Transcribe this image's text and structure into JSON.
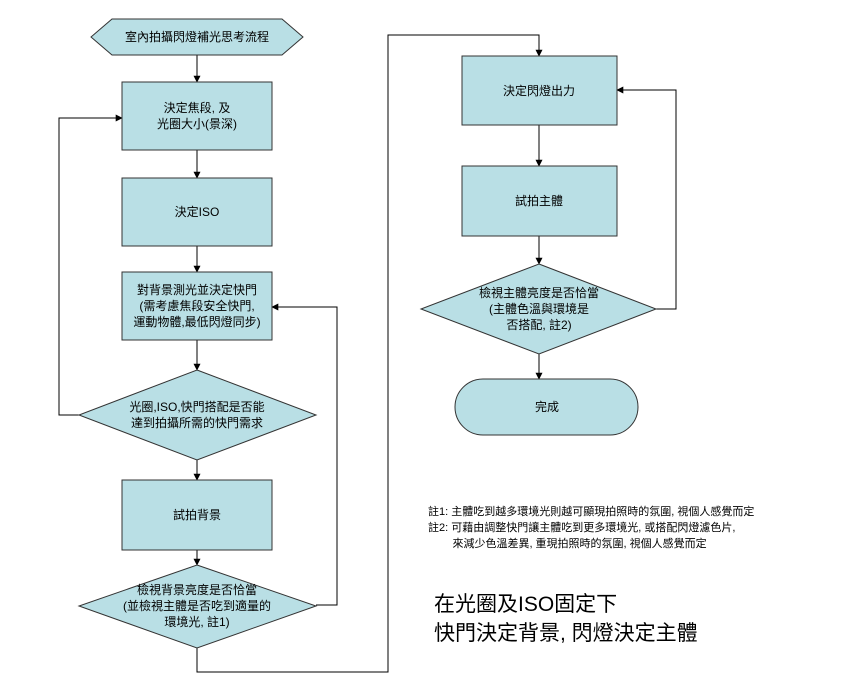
{
  "colors": {
    "node_fill": "#b9dfe5",
    "node_stroke": "#333333",
    "line": "#000000"
  },
  "nodes": {
    "start": {
      "lines": [
        "室內拍攝閃燈補光思考流程"
      ]
    },
    "focal": {
      "lines": [
        "決定焦段, 及",
        "光圈大小(景深)"
      ]
    },
    "iso": {
      "lines": [
        "決定ISO"
      ]
    },
    "shutter": {
      "lines": [
        "對背景測光並決定快門",
        "(需考慮焦段安全快門,",
        "運動物體,最低閃燈同步)"
      ]
    },
    "check_combo": {
      "lines": [
        "光圈,ISO,快門搭配是否能",
        "達到拍攝所需的快門需求"
      ]
    },
    "test_bg": {
      "lines": [
        "試拍背景"
      ]
    },
    "check_bg": {
      "lines": [
        "檢視背景亮度是否恰當",
        "(並檢視主體是否吃到適量的",
        "環境光, 註1)"
      ]
    },
    "flash_power": {
      "lines": [
        "決定閃燈出力"
      ]
    },
    "test_subject": {
      "lines": [
        "試拍主體"
      ]
    },
    "check_subject": {
      "lines": [
        "檢視主體亮度是否恰當",
        "(主體色溫與環境是",
        "否搭配, 註2)"
      ]
    },
    "end": {
      "lines": [
        "完成"
      ]
    }
  },
  "notes": [
    "註1: 主體吃到越多環境光則越可顯現拍照時的氛圍, 視個人感覺而定",
    "註2: 可藉由調整快門讓主體吃到更多環境光, 或搭配閃燈濾色片,",
    "        來減少色溫差異, 重現拍照時的氛圍, 視個人感覺而定"
  ],
  "summary": [
    "在光圈及ISO固定下",
    "快門決定背景, 閃燈決定主體"
  ]
}
